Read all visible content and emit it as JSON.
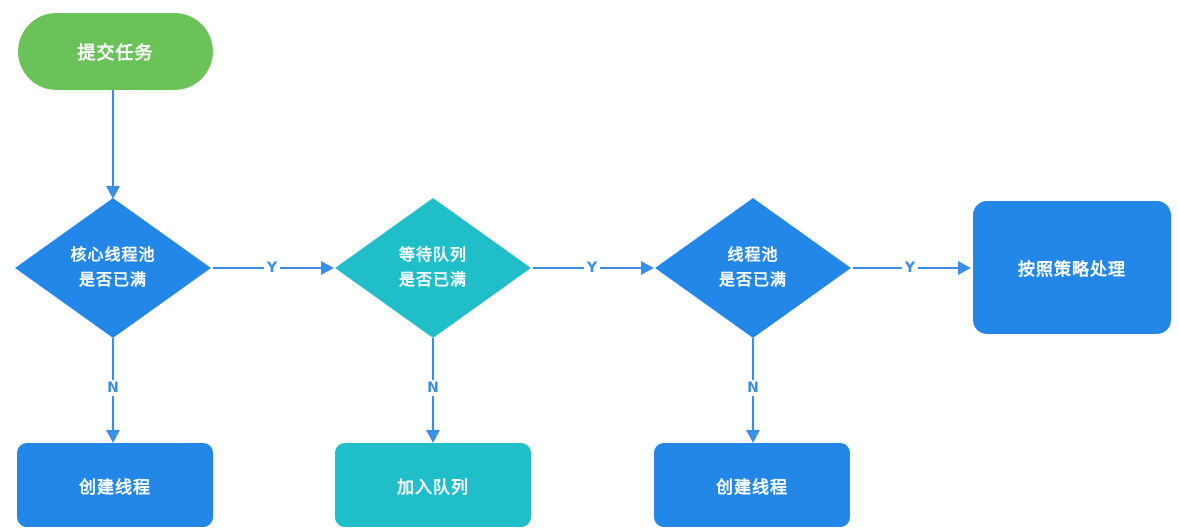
{
  "colors": {
    "blue": "#2387E8",
    "teal": "#1FBEC9",
    "green": "#6AC259",
    "line": "#3A8EE6",
    "background": "#FFFFFF",
    "node_text": "#FFFFFF"
  },
  "nodes": {
    "start": {
      "label": "提交任务",
      "shape": "rounded-pill",
      "color": "green"
    },
    "decision_core_pool": {
      "line1": "核心线程池",
      "line2": "是否已满",
      "shape": "diamond",
      "color": "blue"
    },
    "decision_wait_queue": {
      "line1": "等待队列",
      "line2": "是否已满",
      "shape": "diamond",
      "color": "teal"
    },
    "decision_pool": {
      "line1": "线程池",
      "line2": "是否已满",
      "shape": "diamond",
      "color": "blue"
    },
    "policy": {
      "label": "按照策略处理",
      "shape": "rounded-rect",
      "color": "blue"
    },
    "create_thread_1": {
      "label": "创建线程",
      "shape": "rounded-rect",
      "color": "blue"
    },
    "join_queue": {
      "label": "加入队列",
      "shape": "rounded-rect",
      "color": "teal"
    },
    "create_thread_2": {
      "label": "创建线程",
      "shape": "rounded-rect",
      "color": "blue"
    }
  },
  "edges": {
    "yes_label": "Y",
    "no_label": "N",
    "flow": [
      {
        "from": "start",
        "to": "decision_core_pool",
        "label": ""
      },
      {
        "from": "decision_core_pool",
        "to": "decision_wait_queue",
        "label": "Y"
      },
      {
        "from": "decision_core_pool",
        "to": "create_thread_1",
        "label": "N"
      },
      {
        "from": "decision_wait_queue",
        "to": "decision_pool",
        "label": "Y"
      },
      {
        "from": "decision_wait_queue",
        "to": "join_queue",
        "label": "N"
      },
      {
        "from": "decision_pool",
        "to": "policy",
        "label": "Y"
      },
      {
        "from": "decision_pool",
        "to": "create_thread_2",
        "label": "N"
      }
    ]
  }
}
